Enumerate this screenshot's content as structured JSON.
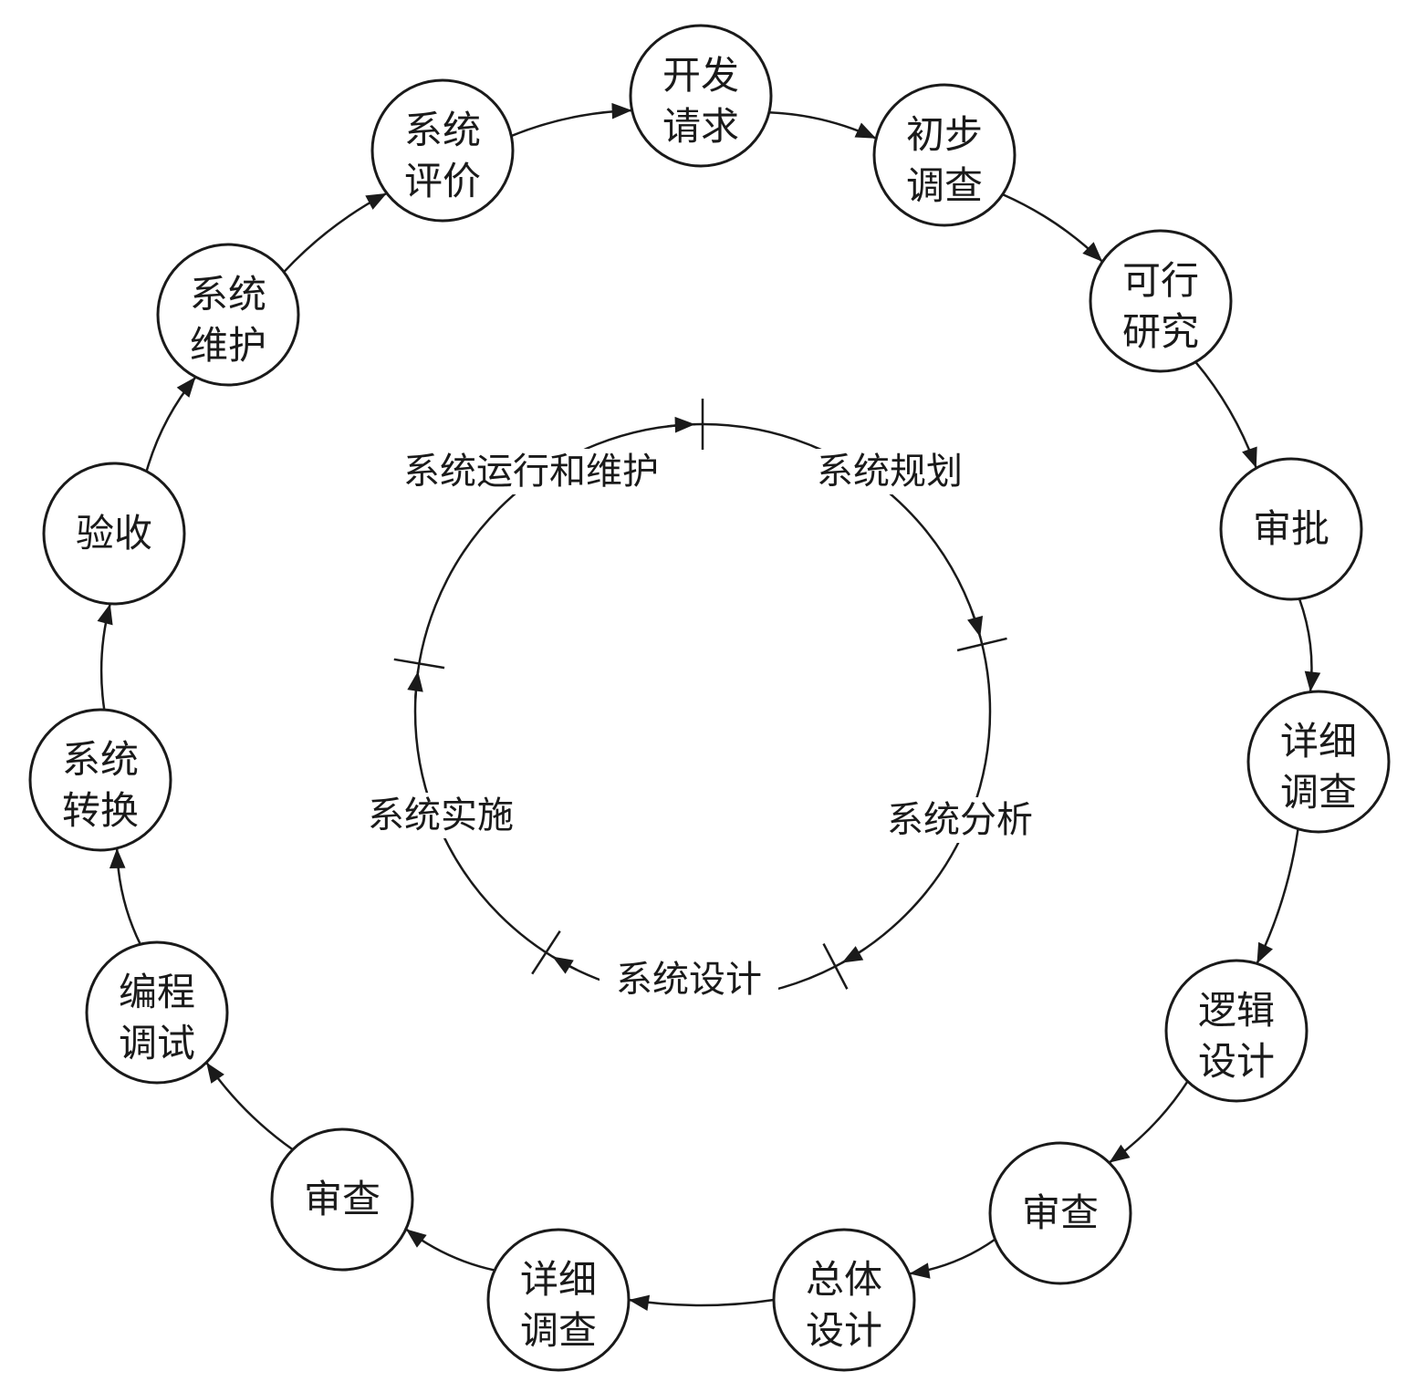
{
  "outer_cycle": {
    "nodes": [
      [
        "开发",
        "请求"
      ],
      [
        "初步",
        "调查"
      ],
      [
        "可行",
        "研究"
      ],
      [
        "审批"
      ],
      [
        "详细",
        "调查"
      ],
      [
        "逻辑",
        "设计"
      ],
      [
        "审查"
      ],
      [
        "总体",
        "设计"
      ],
      [
        "详细",
        "调查"
      ],
      [
        "审查"
      ],
      [
        "编程",
        "调试"
      ],
      [
        "系统",
        "转换"
      ],
      [
        "验收"
      ],
      [
        "系统",
        "维护"
      ],
      [
        "系统",
        "评价"
      ]
    ]
  },
  "inner_cycle": {
    "phases": [
      "系统规划",
      "系统分析",
      "系统设计",
      "系统实施",
      "系统运行和维护"
    ]
  },
  "colors": {
    "stroke": "#1a1a1a",
    "background": "#ffffff"
  }
}
